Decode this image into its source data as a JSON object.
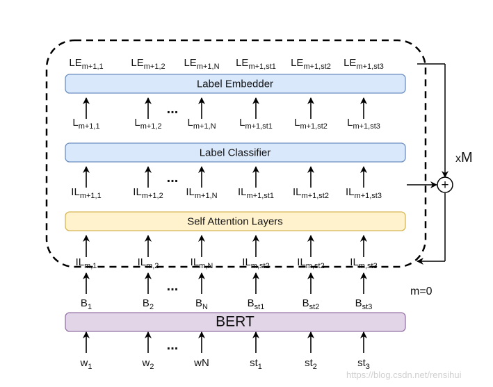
{
  "boxes": {
    "label_embedder": "Label Embedder",
    "label_classifier": "Label Classifier",
    "self_attention": "Self Attention Layers",
    "bert": "BERT"
  },
  "colors": {
    "blue_fill": "#dae8fc",
    "blue_stroke": "#6c8ebf",
    "yellow_fill": "#fff2cc",
    "yellow_stroke": "#d6b656",
    "purple_fill": "#e1d5e7",
    "purple_stroke": "#9673a6"
  },
  "rows": {
    "le": [
      {
        "b": "LE",
        "s": "m+1,1"
      },
      {
        "b": "LE",
        "s": "m+1,2"
      },
      {
        "b": "LE",
        "s": "m+1,N"
      },
      {
        "b": "LE",
        "s": "m+1,st1"
      },
      {
        "b": "LE",
        "s": "m+1,st2"
      },
      {
        "b": "LE",
        "s": "m+1,st3"
      }
    ],
    "l": [
      {
        "b": "L",
        "s": "m+1,1"
      },
      {
        "b": "L",
        "s": "m+1,2"
      },
      {
        "b": "L",
        "s": "m+1,N"
      },
      {
        "b": "L",
        "s": "m+1,st1"
      },
      {
        "b": "L",
        "s": "m+1,st2"
      },
      {
        "b": "L",
        "s": "m+1,st3"
      }
    ],
    "il1": [
      {
        "b": "IL",
        "s": "m+1,1"
      },
      {
        "b": "IL",
        "s": "m+1,2"
      },
      {
        "b": "IL",
        "s": "m+1,N"
      },
      {
        "b": "IL",
        "s": "m+1,st1"
      },
      {
        "b": "IL",
        "s": "m+1,st2"
      },
      {
        "b": "IL",
        "s": "m+1,st3"
      }
    ],
    "il0": [
      {
        "b": "IL",
        "s": "m,1"
      },
      {
        "b": "IL",
        "s": "m,2"
      },
      {
        "b": "IL",
        "s": "m,N"
      },
      {
        "b": "IL",
        "s": "m,st2"
      },
      {
        "b": "IL",
        "s": "m,st2"
      },
      {
        "b": "IL",
        "s": "m,st3"
      }
    ],
    "b": [
      {
        "b": "B",
        "s": "1"
      },
      {
        "b": "B",
        "s": "2"
      },
      {
        "b": "B",
        "s": "N"
      },
      {
        "b": "B",
        "s": "st1"
      },
      {
        "b": "B",
        "s": "st2"
      },
      {
        "b": "B",
        "s": "st3"
      }
    ],
    "w": [
      {
        "b": "w",
        "s": "1"
      },
      {
        "b": "w",
        "s": "2"
      },
      {
        "b": "wN",
        "s": ""
      },
      {
        "b": "st",
        "s": "1"
      },
      {
        "b": "st",
        "s": "2"
      },
      {
        "b": "st",
        "s": "3"
      }
    ]
  },
  "ellipsis": "...",
  "plus": "+",
  "repeat": {
    "base": "x",
    "big": "M"
  },
  "m_init": "m=0",
  "watermark": "https://blog.csdn.net/rensihui"
}
